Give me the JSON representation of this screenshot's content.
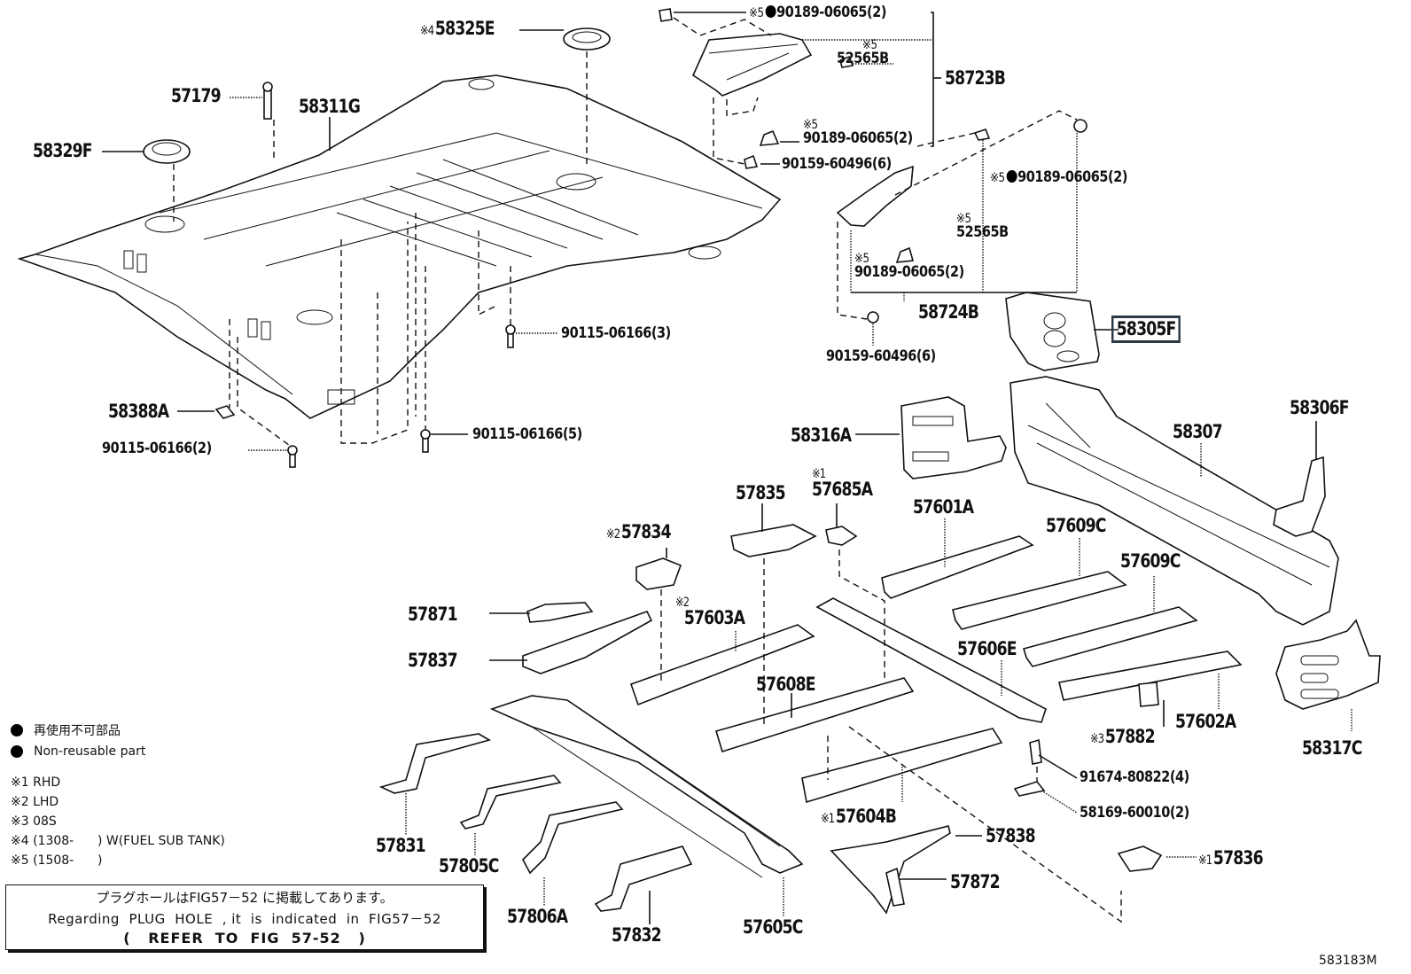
{
  "diagram": {
    "figure_id": "583183M",
    "highlighted_part": "58305F",
    "parts": [
      {
        "id": "58325E",
        "note": "※4",
        "nonreusable": false
      },
      {
        "id": "57179",
        "note": "",
        "nonreusable": false
      },
      {
        "id": "58311G",
        "note": "",
        "nonreusable": false
      },
      {
        "id": "58329F",
        "note": "",
        "nonreusable": false
      },
      {
        "id": "90115-06166(3)",
        "note": "",
        "nonreusable": false
      },
      {
        "id": "58388A",
        "note": "",
        "nonreusable": false
      },
      {
        "id": "90115-06166(5)",
        "note": "",
        "nonreusable": false
      },
      {
        "id": "90115-06166(2)",
        "note": "",
        "nonreusable": false
      },
      {
        "id": "90189-06065(2)",
        "note": "※5",
        "nonreusable": true
      },
      {
        "id": "52565B",
        "note": "※5",
        "nonreusable": false
      },
      {
        "id": "58723B",
        "note": "",
        "nonreusable": false
      },
      {
        "id": "90189-06065(2)",
        "note": "※5",
        "nonreusable": false
      },
      {
        "id": "90159-60496(6)",
        "note": "",
        "nonreusable": false
      },
      {
        "id": "90189-06065(2)",
        "note": "※5",
        "nonreusable": true
      },
      {
        "id": "52565B",
        "note": "※5",
        "nonreusable": false
      },
      {
        "id": "90189-06065(2)",
        "note": "※5",
        "nonreusable": false
      },
      {
        "id": "58724B",
        "note": "",
        "nonreusable": false
      },
      {
        "id": "58305F",
        "note": "",
        "nonreusable": false
      },
      {
        "id": "90159-60496(6)",
        "note": "",
        "nonreusable": false
      },
      {
        "id": "58306F",
        "note": "",
        "nonreusable": false
      },
      {
        "id": "58307",
        "note": "",
        "nonreusable": false
      },
      {
        "id": "58316A",
        "note": "",
        "nonreusable": false
      },
      {
        "id": "57835",
        "note": "",
        "nonreusable": false
      },
      {
        "id": "57685A",
        "note": "※1",
        "nonreusable": false
      },
      {
        "id": "57601A",
        "note": "",
        "nonreusable": false
      },
      {
        "id": "57609C",
        "note": "",
        "nonreusable": false
      },
      {
        "id": "57609C",
        "note": "",
        "nonreusable": false
      },
      {
        "id": "57834",
        "note": "※2",
        "nonreusable": false
      },
      {
        "id": "57871",
        "note": "",
        "nonreusable": false
      },
      {
        "id": "57603A",
        "note": "※2",
        "nonreusable": false
      },
      {
        "id": "57837",
        "note": "",
        "nonreusable": false
      },
      {
        "id": "57606E",
        "note": "",
        "nonreusable": false
      },
      {
        "id": "57608E",
        "note": "",
        "nonreusable": false
      },
      {
        "id": "57882",
        "note": "※3",
        "nonreusable": false
      },
      {
        "id": "57602A",
        "note": "",
        "nonreusable": false
      },
      {
        "id": "58317C",
        "note": "",
        "nonreusable": false
      },
      {
        "id": "91674-80822(4)",
        "note": "",
        "nonreusable": false
      },
      {
        "id": "58169-60010(2)",
        "note": "",
        "nonreusable": false
      },
      {
        "id": "57604B",
        "note": "※1",
        "nonreusable": false
      },
      {
        "id": "57838",
        "note": "",
        "nonreusable": false
      },
      {
        "id": "57836",
        "note": "※1",
        "nonreusable": false
      },
      {
        "id": "57872",
        "note": "",
        "nonreusable": false
      },
      {
        "id": "57831",
        "note": "",
        "nonreusable": false
      },
      {
        "id": "57805C",
        "note": "",
        "nonreusable": false
      },
      {
        "id": "57806A",
        "note": "",
        "nonreusable": false
      },
      {
        "id": "57832",
        "note": "",
        "nonreusable": false
      },
      {
        "id": "57605C",
        "note": "",
        "nonreusable": false
      }
    ]
  },
  "legend": {
    "nonreusable_jp": "再使用不可部品",
    "nonreusable_en": "Non-reusable part",
    "notes": [
      {
        "mark": "※1",
        "text": "RHD"
      },
      {
        "mark": "※2",
        "text": "LHD"
      },
      {
        "mark": "※3",
        "text": "08S"
      },
      {
        "mark": "※4",
        "text": "(1308-      ) W(FUEL SUB TANK)"
      },
      {
        "mark": "※5",
        "text": "(1508-      )"
      }
    ]
  },
  "reference_box": {
    "line_jp": "プラグホールはFIG57－52 に掲載してあります。",
    "line_en": "Regarding  PLUG  HOLE  , it  is  indicated  in  FIG57－52",
    "line_ref": "(   REFER  TO  FIG  57-52   )"
  }
}
